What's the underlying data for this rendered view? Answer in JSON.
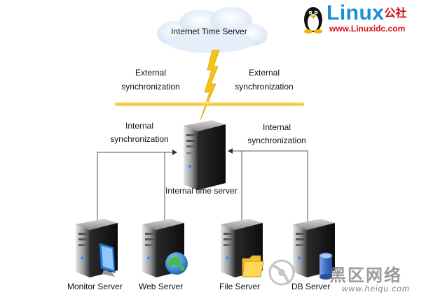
{
  "cloud": {
    "label": "Internet Time Server"
  },
  "external_sync_left": [
    "External",
    "synchronization"
  ],
  "external_sync_right": [
    "External",
    "synchronization"
  ],
  "internal_sync_left": [
    "Internal",
    "synchronization"
  ],
  "internal_sync_right": [
    "Internal",
    "synchronization"
  ],
  "central_server": {
    "label": "Internal time server"
  },
  "servers": [
    {
      "label": "Monitor Server",
      "icon": "monitor-icon"
    },
    {
      "label": "Web  Server",
      "icon": "globe-icon"
    },
    {
      "label": "File Server",
      "icon": "folder-icon"
    },
    {
      "label": "DB Server",
      "icon": "database-icon"
    }
  ],
  "watermark_top": {
    "brand": "Linux",
    "brand_cn": "公社",
    "url": "www.Linuxidc.com"
  },
  "watermark_bottom": {
    "brand_cn": "黑区网络",
    "url": "www.heiqu.com"
  },
  "colors": {
    "lightning": "#f5c21a",
    "sync_bar": "#f7c948",
    "connector": "#555555",
    "brand_blue": "#1a8fd6"
  }
}
